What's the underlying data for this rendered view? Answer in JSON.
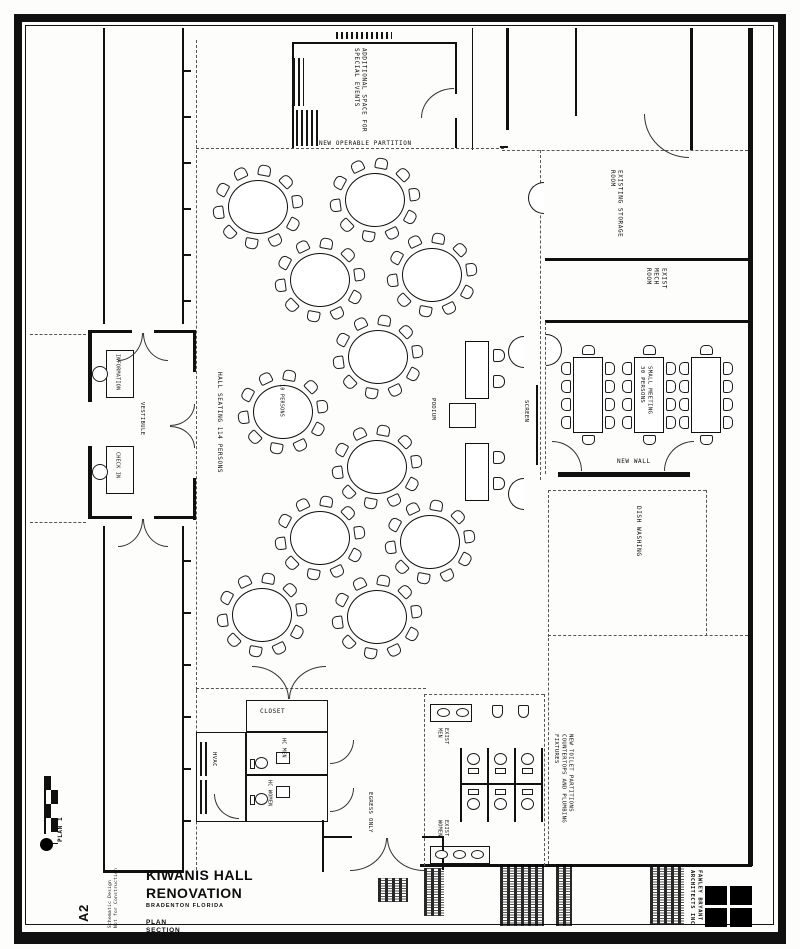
{
  "labels": {
    "additional_space_line1": "ADDITIONAL SPACE FOR",
    "additional_space_line2": "SPECIAL EVENTS",
    "new_operable_partition": "NEW OPERABLE PARTITION",
    "existing_storage_line1": "EXISTING STORAGE",
    "existing_storage_line2": "ROOM",
    "exist_mech_line1": "EXIST",
    "exist_mech_line2": "MECH",
    "exist_mech_line3": "ROOM",
    "small_meeting_line1": "SMALL MEETING",
    "small_meeting_line2": "30 PERSONS",
    "new_wall": "NEW WALL",
    "dish_washing": "DISH WASHING",
    "screen": "SCREEN",
    "podium": "PODIUM",
    "hall_seating": "HALL SEATING 114 PERSONS",
    "table_capacity": "10 PERSONS",
    "vestibule": "VESTIBULE",
    "information": "INFORMATION",
    "check_in": "CHECK IN",
    "closet": "CLOSET",
    "hvac": "HVAC",
    "hc_men": "HC MEN",
    "hc_women": "HC WOMEN",
    "egress_only": "EGRESS ONLY",
    "exist_men_line1": "EXIST",
    "exist_men_line2": "MEN",
    "exist_women_line1": "EXIST",
    "exist_women_line2": "WOMEN",
    "new_toilet_line1": "NEW TOILET PARTITIONS",
    "new_toilet_line2": "COUNTERTOPS AND PLUMBING",
    "new_toilet_line3": "FIXTURES",
    "plan_ref": "PLAN 1"
  },
  "title_block": {
    "project_line1": "KIWANIS HALL",
    "project_line2": "RENOVATION",
    "location": "BRADENTON FLORIDA",
    "sheet_name_line1": "PLAN",
    "sheet_name_line2": "SECTION",
    "sheet_number": "A2",
    "status_line1": "Schematic Design",
    "status_line2": "Not for Construction",
    "firm_line1": "FAWLEY BRYANT",
    "firm_line2": "ARCHITECTS INC"
  },
  "plan_stats": {
    "round_tables": 11,
    "seats_per_round_table": 10,
    "hall_capacity": 114,
    "meeting_capacity": 30
  }
}
